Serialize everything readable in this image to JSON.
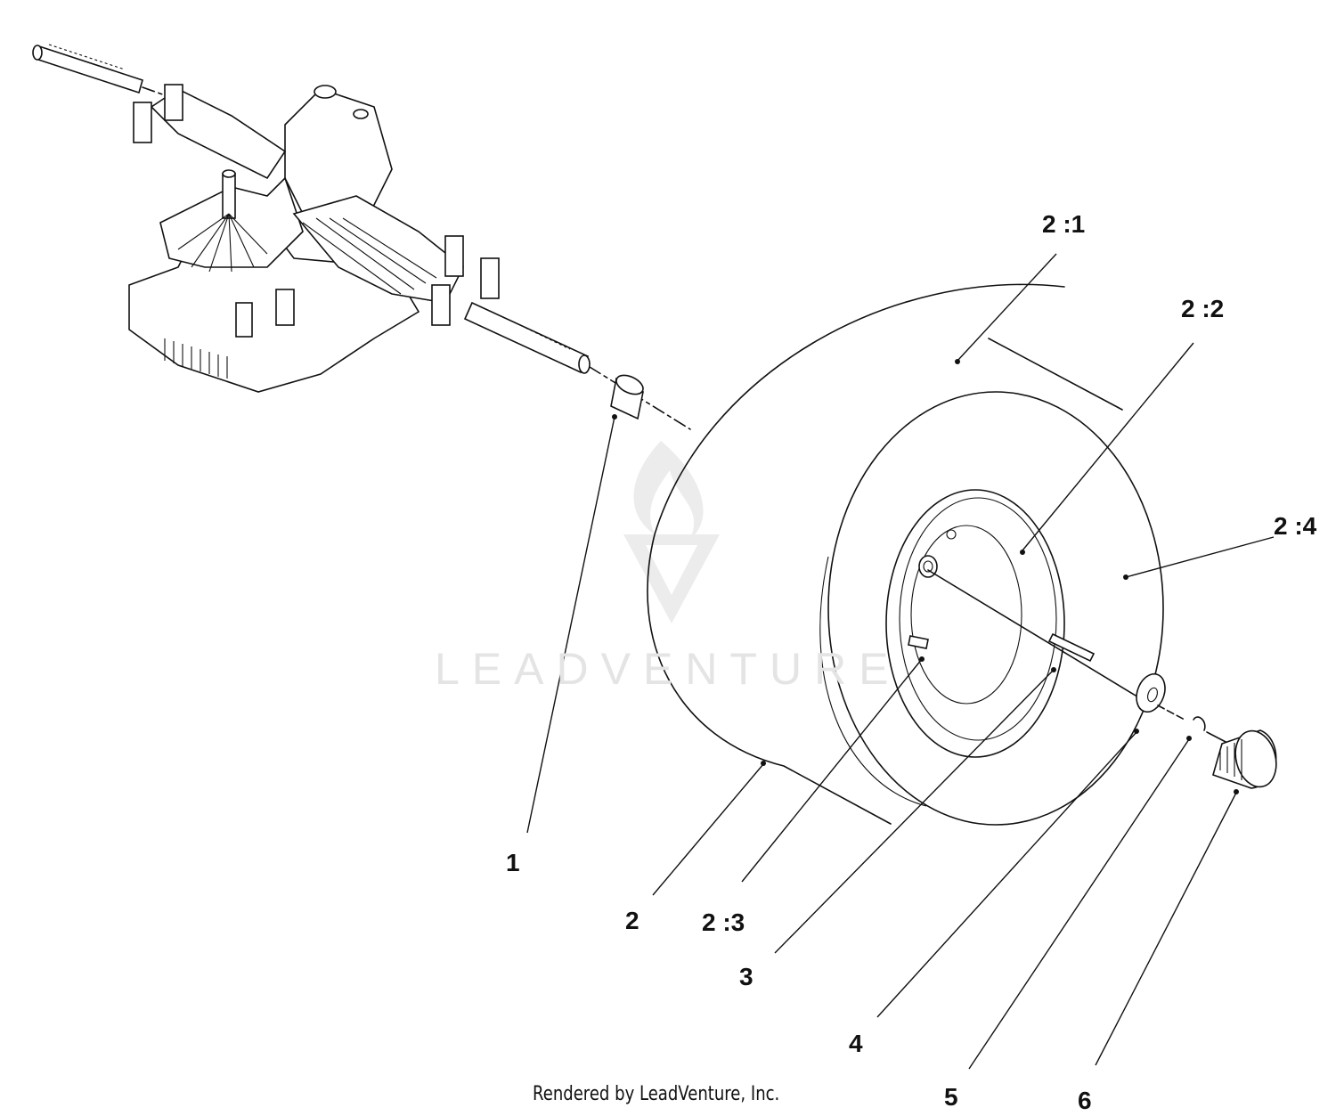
{
  "callouts": {
    "c1": "1",
    "c2": "2",
    "c21": "2 :1",
    "c22": "2 :2",
    "c23": "2 :3",
    "c24": "2 :4",
    "c3": "3",
    "c4": "4",
    "c5": "5",
    "c6": "6"
  },
  "footer": "Rendered by LeadVenture, Inc.",
  "watermark": "LEADVENTURE",
  "colors": {
    "line": "#111111",
    "background": "#ffffff",
    "watermark": "#e4e4e4"
  }
}
